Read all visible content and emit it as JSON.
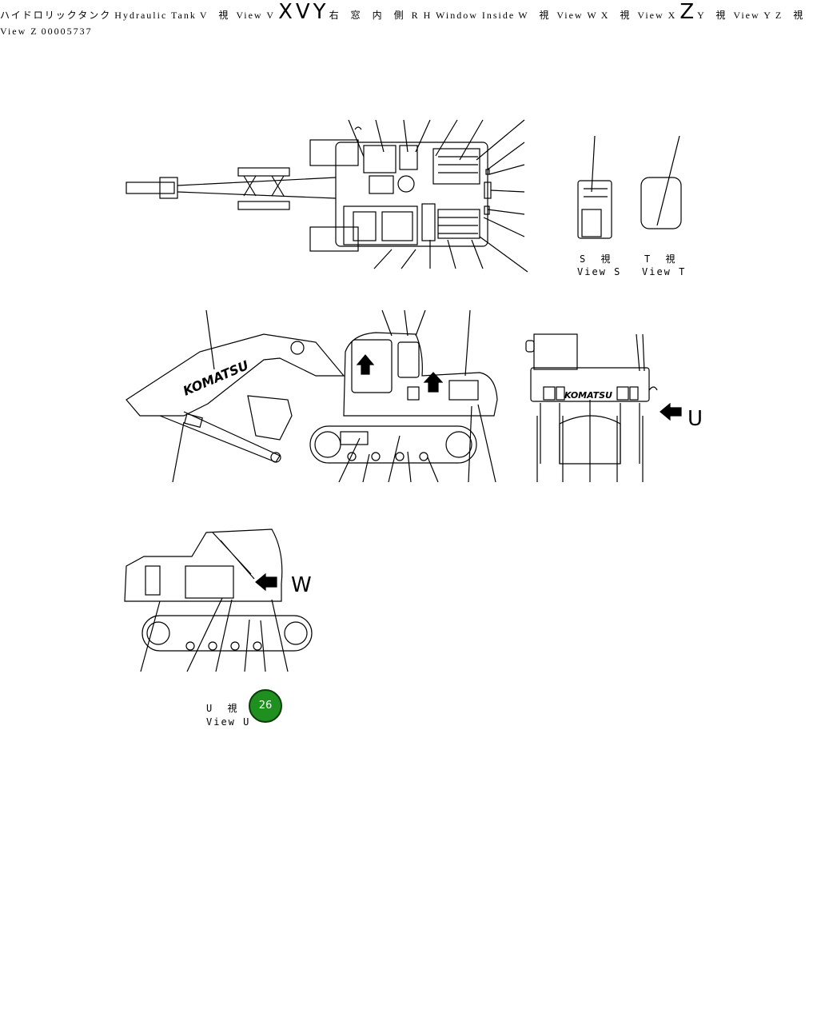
{
  "brand_text": "KOMATSU",
  "drawing_number": "00005737",
  "badge": {
    "label": "26",
    "color": "#1f8f1f"
  },
  "callout_letters": {
    "u": "U",
    "w": "W",
    "x": "X",
    "v": "V",
    "y": "Y",
    "z": "Z"
  },
  "views": {
    "s": {
      "jp": "S  視",
      "en": "View S"
    },
    "t": {
      "jp": "T  視",
      "en": "View T"
    },
    "u": {
      "jp": "U  視",
      "en": "View U"
    },
    "hydraulic_tank": {
      "jp": "ハイドロリックタンク",
      "en": "Hydraulic Tank"
    },
    "v": {
      "jp": "V  視",
      "en": "View V"
    },
    "rh_window": {
      "jp": "右 窓 内 側",
      "en": "R H Window Inside"
    },
    "w": {
      "jp": "W  視",
      "en": "View W"
    },
    "x": {
      "jp": "X  視",
      "en": "View X"
    },
    "y": {
      "jp": "Y  視",
      "en": "View Y"
    },
    "z": {
      "jp": "Z  視",
      "en": "View Z"
    }
  }
}
